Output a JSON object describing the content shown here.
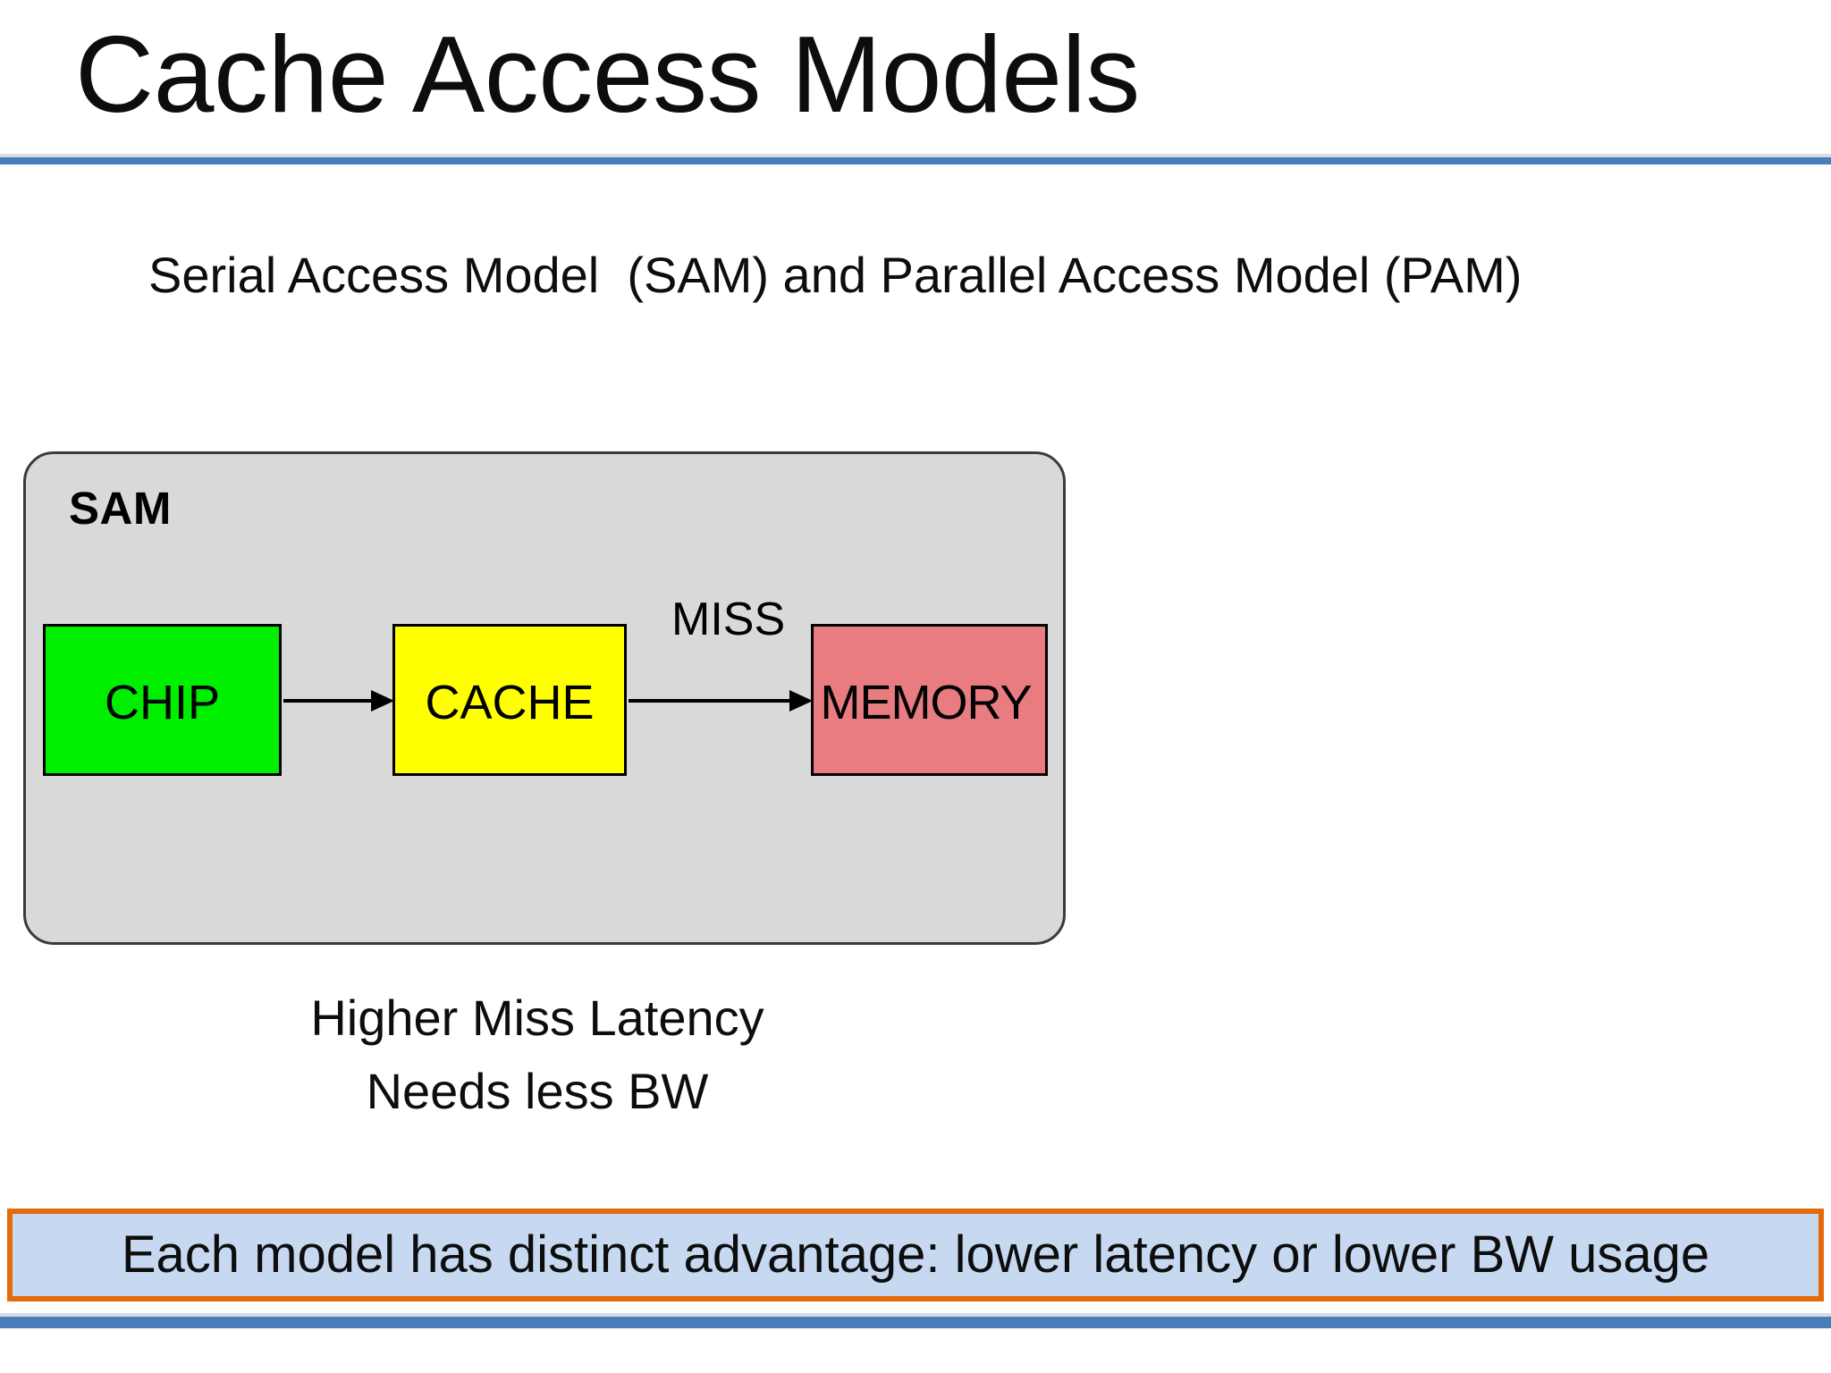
{
  "slide": {
    "title": "Cache Access Models",
    "subtitle": "Serial Access Model  (SAM) and Parallel Access Model (PAM)"
  },
  "diagram": {
    "panel_label": "SAM",
    "panel_fill": "#D9D9D9",
    "nodes": [
      {
        "id": "chip",
        "label": "CHIP",
        "fill": "#00EE00"
      },
      {
        "id": "cache",
        "label": "CACHE",
        "fill": "#FFFF00"
      },
      {
        "id": "memory",
        "label": "MEMORY",
        "fill": "#E87C80"
      }
    ],
    "edges": [
      {
        "from": "chip",
        "to": "cache",
        "label": ""
      },
      {
        "from": "cache",
        "to": "memory",
        "label": "MISS"
      }
    ],
    "edge_labels": {
      "cache_to_memory": "MISS"
    },
    "caption_lines": [
      "Higher Miss Latency",
      "Needs less BW"
    ]
  },
  "callout": {
    "text": "Each model has distinct advantage: lower latency or lower BW usage",
    "border_color": "#E36C0A",
    "fill_color": "#C6D9F0"
  },
  "theme": {
    "accent_blue": "#4A7EBB",
    "text_color": "#0D0D0D"
  }
}
